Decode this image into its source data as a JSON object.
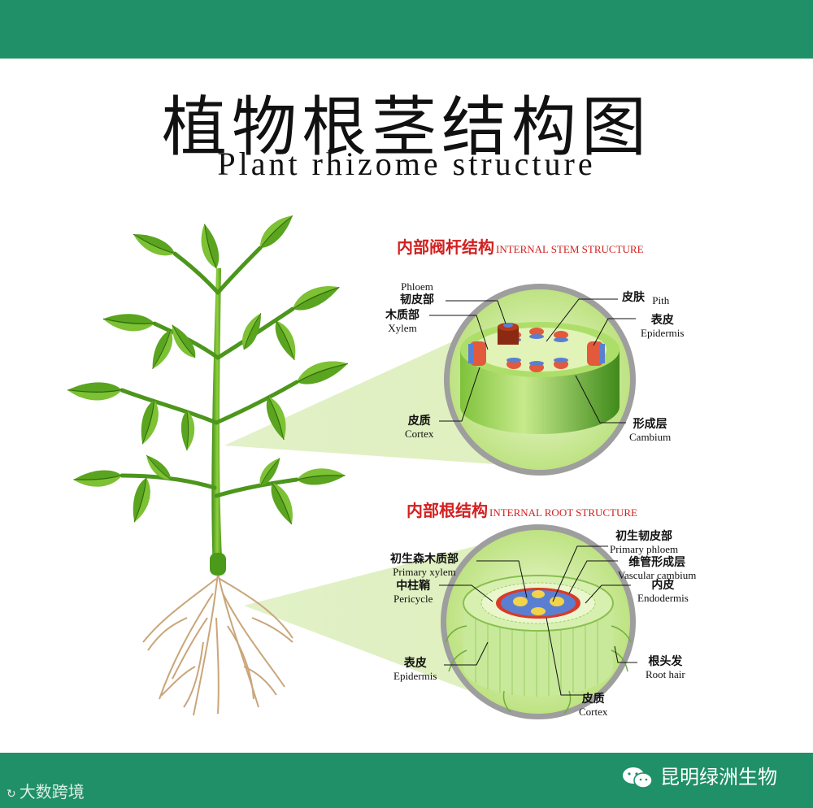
{
  "title_cn": "植物根茎结构图",
  "title_en": "Plant rhizome structure",
  "stem_section": {
    "title_cn": "内部阀杆结构",
    "title_en": "INTERNAL STEM STRUCTURE",
    "labels": {
      "phloem": {
        "en": "Phloem",
        "cn": "韧皮部"
      },
      "xylem": {
        "cn": "木质部",
        "en": "Xylem"
      },
      "pith": {
        "cn": "皮肤",
        "en": "Pith"
      },
      "epidermis": {
        "cn": "表皮",
        "en": "Epidermis"
      },
      "cortex": {
        "cn": "皮质",
        "en": "Cortex"
      },
      "cambium": {
        "cn": "形成层",
        "en": "Cambium"
      }
    }
  },
  "root_section": {
    "title_cn": "内部根结构",
    "title_en": "INTERNAL ROOT STRUCTURE",
    "labels": {
      "primary_xylem": {
        "cn": "初生森木质部",
        "en": "Primary xylem"
      },
      "pericycle": {
        "cn": "中柱鞘",
        "en": "Pericycle"
      },
      "epidermis": {
        "cn": "表皮",
        "en": "Epidermis"
      },
      "primary_phloem": {
        "cn": "初生韧皮部",
        "en": "Primary phloem"
      },
      "vascular_cambium": {
        "cn": "维管形成层",
        "en": "Vascular cambium"
      },
      "endodermis": {
        "cn": "内皮",
        "en": "Endodermis"
      },
      "root_hair": {
        "cn": "根头发",
        "en": "Root hair"
      },
      "cortex": {
        "cn": "皮质",
        "en": "Cortex"
      }
    }
  },
  "watermark_left": "大数跨境",
  "watermark_right": "昆明绿洲生物",
  "colors": {
    "brand_green": "#1f9068",
    "leaf": "#5aa41f",
    "title_red": "#d22020"
  }
}
